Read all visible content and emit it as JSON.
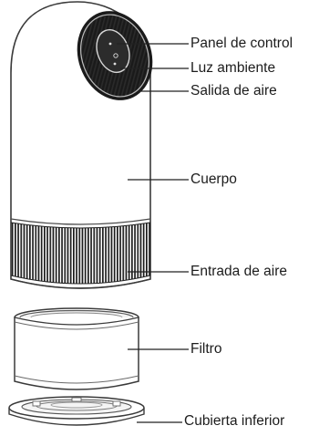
{
  "diagram": {
    "labels": [
      {
        "id": "panel",
        "text": "Panel de control"
      },
      {
        "id": "luz",
        "text": "Luz ambiente"
      },
      {
        "id": "salida",
        "text": "Salida de aire"
      },
      {
        "id": "cuerpo",
        "text": "Cuerpo"
      },
      {
        "id": "entrada",
        "text": "Entrada de aire"
      },
      {
        "id": "filtro",
        "text": "Filtro"
      },
      {
        "id": "cubierta",
        "text": "Cubierta inferior"
      }
    ]
  }
}
